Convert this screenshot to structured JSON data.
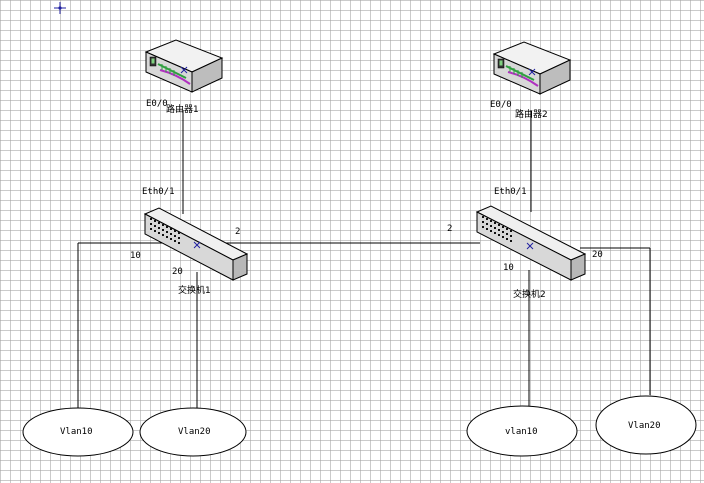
{
  "routers": [
    {
      "name": "路由器1",
      "port": "E0/0"
    },
    {
      "name": "路由器2",
      "port": "E0/0"
    }
  ],
  "switches": [
    {
      "name": "交换机1",
      "uplink": "Eth0/1",
      "trunk_port": "2",
      "port_a": "10",
      "port_b": "20"
    },
    {
      "name": "交换机2",
      "uplink": "Eth0/1",
      "trunk_port": "2",
      "port_a": "10",
      "port_b": "20"
    }
  ],
  "vlans": [
    "Vlan10",
    "Vlan20",
    "vlan10",
    "Vlan20"
  ],
  "colors": {
    "line": "#000000",
    "device_fill": "#e8e8e8",
    "accent_green": "#2e9e3e",
    "accent_purple": "#b030c0",
    "marker_blue": "#2020a0"
  }
}
